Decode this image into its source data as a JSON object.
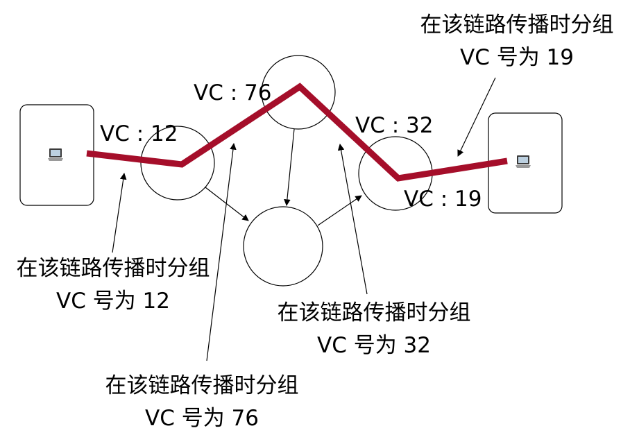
{
  "links": [
    {
      "vc_label": "VC : 12",
      "callout": {
        "line1": "在该链路传播时分组",
        "line2": "VC 号为 12"
      }
    },
    {
      "vc_label": "VC : 76",
      "callout": {
        "line1": "在该链路传播时分组",
        "line2": "VC 号为 76"
      }
    },
    {
      "vc_label": "VC : 32",
      "callout": {
        "line1": "在该链路传播时分组",
        "line2": "VC 号为 32"
      }
    },
    {
      "vc_label": "VC : 19",
      "callout": {
        "line1": "在该链路传播时分组",
        "line2": "VC 号为 19"
      }
    }
  ],
  "icons": {
    "host": "laptop-icon"
  },
  "colors": {
    "path": "#a50e2a",
    "stroke": "#000000",
    "background": "#ffffff"
  }
}
